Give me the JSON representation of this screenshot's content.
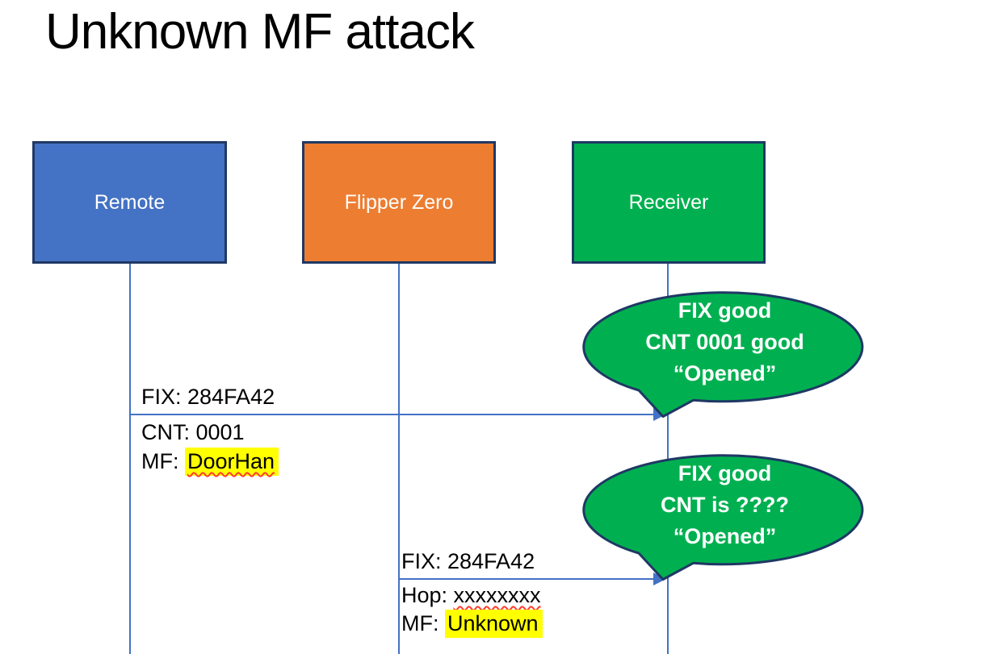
{
  "title": "Unknown MF attack",
  "actors": [
    {
      "label": "Remote",
      "fill": "#4472C4"
    },
    {
      "label": "Flipper Zero",
      "fill": "#ED7D31"
    },
    {
      "label": "Receiver",
      "fill": "#00B050"
    }
  ],
  "bubbles": [
    {
      "line1": "FIX good",
      "line2": "CNT 0001 good",
      "line3": "“Opened”"
    },
    {
      "line1": "FIX good",
      "line2": "CNT is ????",
      "line3": "“Opened”"
    }
  ],
  "messages": [
    {
      "from": "Remote",
      "to": "Receiver",
      "line1": "FIX: 284FA42",
      "line2": "CNT: 0001",
      "line3_prefix": "MF: ",
      "line3_marked": "DoorHan"
    },
    {
      "from": "Flipper Zero",
      "to": "Receiver",
      "line1": "FIX: 284FA42",
      "line2_prefix": "Hop: ",
      "line2_marked": "xxxxxxxx",
      "line3_prefix": "MF: ",
      "line3_marked": "Unknown"
    }
  ],
  "colors": {
    "remote_fill": "#4472C4",
    "flipper_fill": "#ED7D31",
    "receiver_fill": "#00B050",
    "bubble_fill": "#00B050",
    "outline": "#1F3864",
    "connector": "#4472C4",
    "highlight": "#FFFF00",
    "squiggle": "#FF3B30",
    "title_text": "#000000",
    "box_text": "#FFFFFF",
    "bubble_text": "#FFFFFF",
    "message_text": "#000000"
  }
}
